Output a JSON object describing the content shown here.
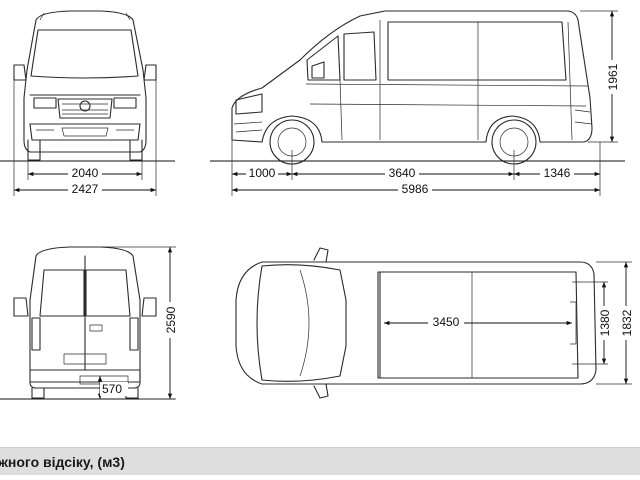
{
  "dimensions": {
    "front_track_width": "2040",
    "front_overall_width": "2427",
    "front_overhang": "1000",
    "wheelbase": "3640",
    "rear_overhang": "1346",
    "overall_length": "5986",
    "overall_height": "2590",
    "cargo_height": "1961",
    "cargo_length": "3450",
    "cargo_width_between_arches": "1380",
    "cargo_width": "1832",
    "rear_step_height": "570"
  },
  "caption": {
    "text": "жного відсіку, (м3)"
  },
  "colors": {
    "line": "#2b2b2b",
    "caption_bg": "#dedede"
  }
}
